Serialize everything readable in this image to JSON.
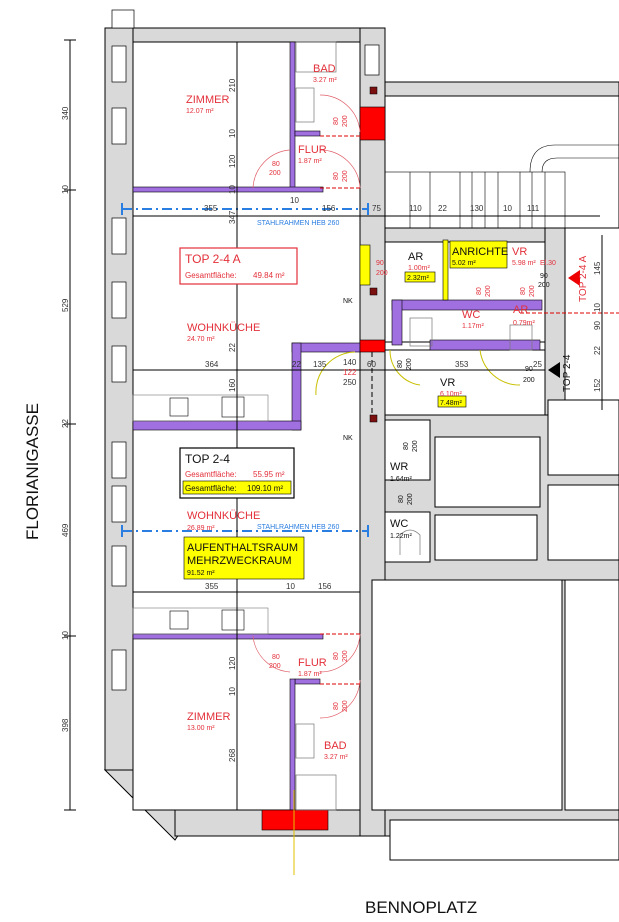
{
  "streets": {
    "left": "FLORIANIGASSE",
    "bottom": "BENNOPLATZ"
  },
  "rooms": {
    "zimmer_top": {
      "name": "ZIMMER",
      "area": "12.07 m²"
    },
    "bad_top": {
      "name": "BAD",
      "area": "3.27 m²"
    },
    "flur_top": {
      "name": "FLUR",
      "area": "1.87 m²"
    },
    "wohnkueche_a": {
      "name": "WOHNKÜCHE",
      "area": "24.70 m²"
    },
    "wohnkueche_b": {
      "name": "WOHNKÜCHE",
      "area": "26.89 m²"
    },
    "flur_bottom": {
      "name": "FLUR",
      "area": "1.87 m²"
    },
    "zimmer_bottom": {
      "name": "ZIMMER",
      "area": "13.00 m²"
    },
    "bad_bottom": {
      "name": "BAD",
      "area": "3.27 m²"
    },
    "ar": {
      "name": "AR",
      "area": "1.00m²",
      "area_new": "2.32m²"
    },
    "anrichte": {
      "name": "ANRICHTE",
      "area": "5.02 m²"
    },
    "vr_top": {
      "name": "VR",
      "area": "5.98 m²"
    },
    "wc_top": {
      "name": "WC",
      "area": "1.17m²"
    },
    "ar_small": {
      "name": "AR",
      "area": "0.79m²"
    },
    "vr": {
      "name": "VR",
      "area": "6.10m²",
      "area_new": "7.48m²"
    },
    "wr": {
      "name": "WR",
      "area": "1.64m²"
    },
    "wc_bottom": {
      "name": "WC",
      "area": "1.22m²"
    }
  },
  "units": {
    "top_2_4_a": {
      "title": "TOP 2-4 A",
      "total_label": "Gesamtfläche:",
      "total": "49.84 m²"
    },
    "top_2_4": {
      "title": "TOP 2-4",
      "total_label": "Gesamtfläche:",
      "total": "55.95 m²",
      "total_new_label": "Gesamtfläche:",
      "total_new": "109.10 m²"
    },
    "multipurpose": {
      "line1": "AUFENTHALTSRAUM",
      "line2": "MEHRZWECKRAUM",
      "area": "91.52 m²"
    }
  },
  "markers": {
    "entry_a": "TOP 2-4 A",
    "entry_b": "TOP 2-4",
    "nk1": "NK",
    "nk2": "NK",
    "el": "El.30"
  },
  "beams": {
    "upper": "STAHLRAHMEN HEB 260",
    "lower": "STAHLRAHMEN HEB 260"
  },
  "dimensions": {
    "left": [
      "340",
      "10",
      "529",
      "22",
      "469",
      "10",
      "398"
    ],
    "upper_row": [
      "355",
      "10",
      "156",
      "75",
      "110",
      "22",
      "130",
      "10",
      "111"
    ],
    "middle_row": [
      "364",
      "22",
      "135",
      "60",
      "353",
      "25"
    ],
    "lower_row": [
      "355",
      "10",
      "156"
    ],
    "vertical_inner": [
      "210",
      "10",
      "120",
      "10",
      "347",
      "22",
      "160",
      "120",
      "10",
      "268"
    ],
    "right": [
      "145",
      "10",
      "90",
      "22",
      "152"
    ],
    "opening": [
      "140",
      "122",
      "250"
    ]
  },
  "doors": [
    {
      "w": "80",
      "h": "200"
    },
    {
      "w": "80",
      "h": "200"
    },
    {
      "w": "80",
      "h": "200"
    },
    {
      "w": "90",
      "h": "200"
    },
    {
      "w": "80",
      "h": "200"
    },
    {
      "w": "80",
      "h": "200"
    },
    {
      "w": "90",
      "h": "200"
    },
    {
      "w": "90",
      "h": "200"
    },
    {
      "w": "80",
      "h": "200"
    },
    {
      "w": "80",
      "h": "200"
    },
    {
      "w": "80",
      "h": "200"
    },
    {
      "w": "80",
      "h": "200"
    },
    {
      "w": "80",
      "h": "200"
    },
    {
      "w": "80",
      "h": "200"
    }
  ],
  "colors": {
    "wall": "#d9d9d9",
    "new_wall": "#a070e0",
    "demolition": "#ff0000",
    "highlight": "#ffff00",
    "label": "#e3303a",
    "beam": "#2a7de1"
  }
}
